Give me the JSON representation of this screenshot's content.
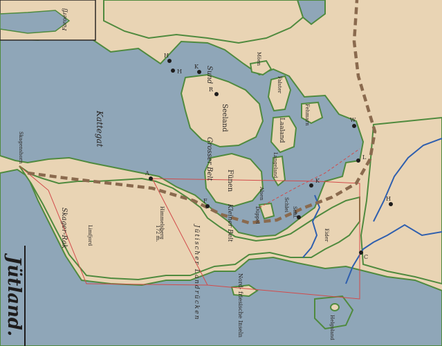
{
  "map": {
    "title": "Jütland.",
    "inset_label": "Faroerfj",
    "colors": {
      "paper": "#e9d4b4",
      "sea": "#8fa6b8",
      "coast": "#4f8a3e",
      "ridge": "#8a6a4e",
      "border": "#d24a4a",
      "river": "#2f5fae",
      "text": "#2a2624"
    },
    "labels": {
      "skagerrak": "Skager-Rak",
      "kattegat": "Kattegat",
      "skagenshorn": "Skagenshorn",
      "limfjord": "Limfjord",
      "himmelsberg": "Himmelsberg",
      "himmelsberg_height": "172 m.",
      "ridge": "Jütischer Landrücken",
      "nordfriesische_inseln": "Nord- friesische Inseln",
      "helgoland": "Helgoland",
      "seeland": "Seeland",
      "fuenen": "Fünen",
      "laaland": "Laaland",
      "falster": "Falster",
      "moen": "Möen",
      "fehmarn": "Fehmarn",
      "langeland": "Langeland",
      "alsen": "Alsen",
      "grosser_belt": "Grosser Belt",
      "kleiner_belt": "Kleiner Belt",
      "sund": "Sund",
      "schlei": "Schlei",
      "eider": "Eider",
      "dueppel": "Düppel",
      "schleswig": "Schl."
    },
    "cities": [
      {
        "name": "city-helsingoer",
        "letter": "H"
      },
      {
        "name": "city-helsingborg",
        "letter": "H"
      },
      {
        "name": "city-kopenhagen",
        "letter": "K"
      },
      {
        "name": "city-roskilde",
        "letter": "R"
      },
      {
        "name": "city-aarhus",
        "letter": "A"
      },
      {
        "name": "city-fredericia",
        "letter": "F"
      },
      {
        "name": "city-kiel",
        "letter": "K"
      },
      {
        "name": "city-luebeck",
        "letter": "L"
      },
      {
        "name": "city-wismar",
        "letter": "W"
      },
      {
        "name": "city-hamburg",
        "letter": "H"
      },
      {
        "name": "city-cuxhaven",
        "letter": "C"
      },
      {
        "name": "city-schleswig",
        "letter": "S"
      }
    ]
  }
}
